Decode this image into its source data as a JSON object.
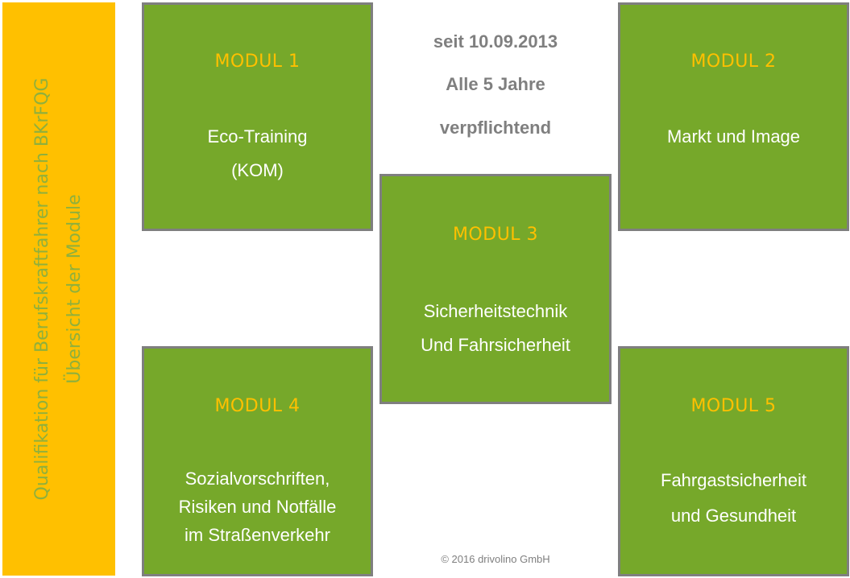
{
  "colors": {
    "sidebar_bg": "#FFC000",
    "sidebar_text": "#8FB03C",
    "module_bg": "#76A82A",
    "module_border": "#7F7F7F",
    "module_title": "#FFC000",
    "module_text": "#FFFFFF",
    "info_text": "#7F7F7F"
  },
  "sidebar": {
    "line1": "Qualifikation für Berufskraftfahrer nach BKrFQG",
    "line2": "Übersicht der Module"
  },
  "info": {
    "line1": "seit 10.09.2013",
    "line2": "Alle 5 Jahre",
    "line3": "verpflichtend"
  },
  "modules": [
    {
      "title": "MODUL 1",
      "lines": [
        "Eco-Training",
        "(KOM)"
      ]
    },
    {
      "title": "MODUL 2",
      "lines": [
        "Markt und Image"
      ]
    },
    {
      "title": "MODUL 3",
      "lines": [
        "Sicherheitstechnik",
        "Und Fahrsicherheit"
      ]
    },
    {
      "title": "MODUL 4",
      "lines": [
        "Sozialvorschriften,",
        "Risiken und Notfälle",
        "im Straßenverkehr"
      ]
    },
    {
      "title": "MODUL 5",
      "lines": [
        "Fahrgastsicherheit",
        "und Gesundheit"
      ]
    }
  ],
  "copyright": "© 2016 drivolino GmbH"
}
